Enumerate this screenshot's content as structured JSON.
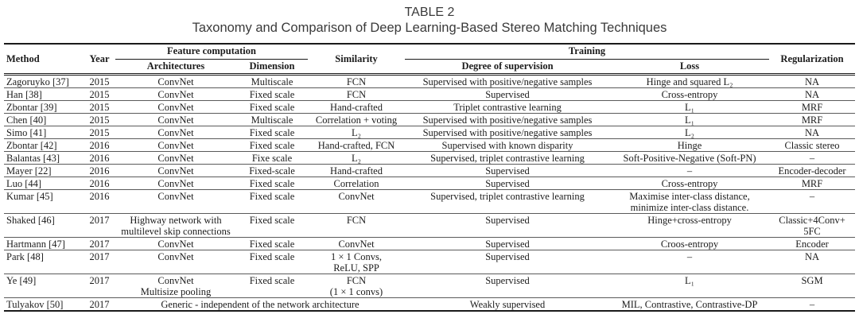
{
  "palette": {
    "background": "#ffffff",
    "table_text": "#1c1c1c",
    "title_text": "#3a3a3a",
    "rule": "#1a1a1a"
  },
  "title": {
    "label": "TABLE 2",
    "caption": "Taxonomy and Comparison of Deep Learning-Based Stereo Matching Techniques"
  },
  "table": {
    "headers": {
      "method": "Method",
      "year": "Year",
      "feature_computation": "Feature computation",
      "architectures": "Architectures",
      "dimension": "Dimension",
      "similarity": "Similarity",
      "training": "Training",
      "supervision": "Degree of supervision",
      "loss": "Loss",
      "regularization": "Regularization"
    },
    "rows": [
      {
        "method": "Zagoruyko [37]",
        "year": "2015",
        "architectures": "ConvNet",
        "dimension": "Multiscale",
        "similarity": "FCN",
        "supervision": "Supervised with positive/negative samples",
        "loss": "Hinge and squared L₂",
        "regularization": "NA"
      },
      {
        "method": "Han [38]",
        "year": "2015",
        "architectures": "ConvNet",
        "dimension": "Fixed scale",
        "similarity": "FCN",
        "supervision": "Supervised",
        "loss": "Cross-entropy",
        "regularization": "NA"
      },
      {
        "method": "Zbontar [39]",
        "year": "2015",
        "architectures": "ConvNet",
        "dimension": "Fixed scale",
        "similarity": "Hand-crafted",
        "supervision": "Triplet contrastive learning",
        "loss": "L₁",
        "regularization": "MRF"
      },
      {
        "method": "Chen [40]",
        "year": "2015",
        "architectures": "ConvNet",
        "dimension": "Multiscale",
        "similarity": "Correlation + voting",
        "supervision": "Supervised with positive/negative samples",
        "loss": "L₁",
        "regularization": "MRF"
      },
      {
        "method": "Simo [41]",
        "year": "2015",
        "architectures": "ConvNet",
        "dimension": "Fixed scale",
        "similarity": "L₂",
        "supervision": "Supervised with positive/negative samples",
        "loss": "L₂",
        "regularization": "NA"
      },
      {
        "method": "Zbontar [42]",
        "year": "2016",
        "architectures": "ConvNet",
        "dimension": "Fixed scale",
        "similarity": "Hand-crafted, FCN",
        "supervision": "Supervised with known disparity",
        "loss": "Hinge",
        "regularization": "Classic stereo"
      },
      {
        "method": "Balantas [43]",
        "year": "2016",
        "architectures": "ConvNet",
        "dimension": "Fixe scale",
        "similarity": "L₂",
        "supervision": "Supervised, triplet contrastive learning",
        "loss": "Soft-Positive-Negative (Soft-PN)",
        "regularization": "–"
      },
      {
        "method": "Mayer [22]",
        "year": "2016",
        "architectures": "ConvNet",
        "dimension": "Fixed-scale",
        "similarity": "Hand-crafted",
        "supervision": "Supervised",
        "loss": "–",
        "regularization": "Encoder-decoder"
      },
      {
        "method": "Luo [44]",
        "year": "2016",
        "architectures": "ConvNet",
        "dimension": "Fixed scale",
        "similarity": "Correlation",
        "supervision": "Supervised",
        "loss": "Cross-entropy",
        "regularization": "MRF"
      },
      {
        "method": "Kumar [45]",
        "year": "2016",
        "architectures": "ConvNet",
        "dimension": "Fixed scale",
        "similarity": "ConvNet",
        "supervision": "Supervised, triplet contrastive learning",
        "loss": "Maximise inter-class distance,\nminimize inter-class distance.",
        "regularization": "–"
      },
      {
        "method": "Shaked [46]",
        "year": "2017",
        "architectures": "Highway network with\nmultilevel skip connections",
        "dimension": "Fixed scale",
        "similarity": "FCN",
        "supervision": "Supervised",
        "loss": "Hinge+cross-entropy",
        "regularization": "Classic+4Conv+\n5FC"
      },
      {
        "method": "Hartmann [47]",
        "year": "2017",
        "architectures": "ConvNet",
        "dimension": "Fixed scale",
        "similarity": "ConvNet",
        "supervision": "Supervised",
        "loss": "Croos-entropy",
        "regularization": "Encoder"
      },
      {
        "method": "Park [48]",
        "year": "2017",
        "architectures": "ConvNet",
        "dimension": "Fixed scale",
        "similarity": "1 × 1 Convs,\nReLU, SPP",
        "supervision": "Supervised",
        "loss": "–",
        "regularization": "NA"
      },
      {
        "method": "Ye [49]",
        "year": "2017",
        "architectures": "ConvNet\nMultisize pooling",
        "dimension": "Fixed scale",
        "similarity": "FCN\n(1 × 1 convs)",
        "supervision": "Supervised",
        "loss": "L₁",
        "regularization": "SGM"
      },
      {
        "method": "Tulyakov [50]",
        "year": "2017",
        "architectures": "Generic - independent of the network architecture",
        "supervision": "Weakly supervised",
        "loss": "MIL, Contrastive, Contrastive-DP",
        "regularization": "–"
      }
    ]
  }
}
